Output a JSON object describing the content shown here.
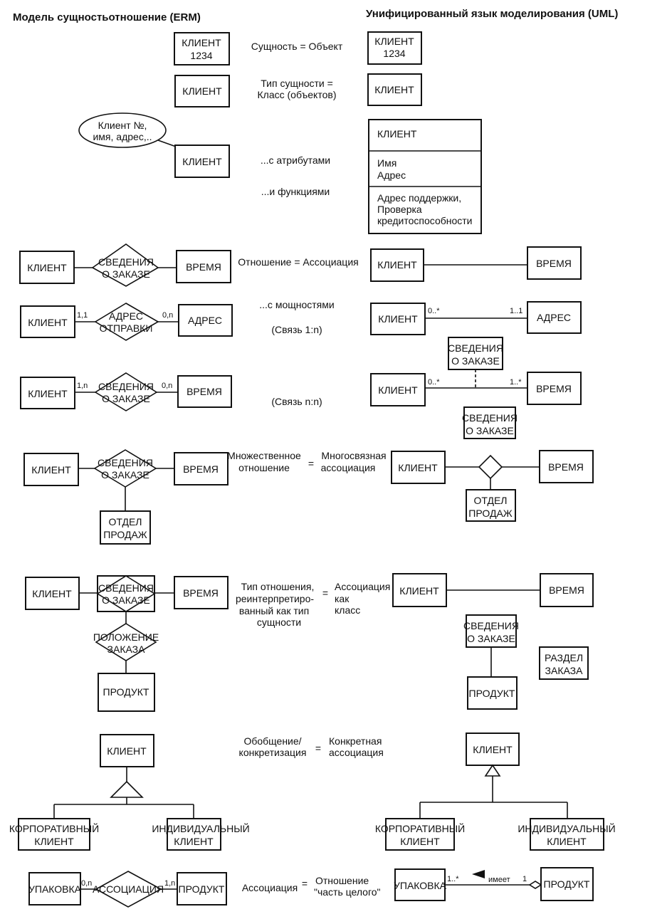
{
  "headers": {
    "erm": "Модель сущностьотношение (ERM)",
    "uml": "Унифицированный язык моделирования (UML)"
  },
  "labels": {
    "client": "КЛИЕНТ",
    "client_num": "1234",
    "time": "ВРЕМЯ",
    "address": "АДРЕС",
    "order_info_1": "СВЕДЕНИЯ",
    "order_info_2": "О ЗАКАЗЕ",
    "ship_address_1": "АДРЕС",
    "ship_address_2": "ОТПРАВКИ",
    "sales_dept_1": "ОТДЕЛ",
    "sales_dept_2": "ПРОДАЖ",
    "order_pos_1": "ПОЛОЖЕНИЕ",
    "order_pos_2": "ЗАКАЗА",
    "product": "ПРОДУКТ",
    "order_section_1": "РАЗДЕЛ",
    "order_section_2": "ЗАКАЗА",
    "corporate_1": "КОРПОРАТИВНЫЙ",
    "corporate_2": "КЛИЕНТ",
    "individual_1": "ИНДИВИДУАЛЬНЫЙ",
    "individual_2": "КЛИЕНТ",
    "package": "УПАКОВКА",
    "association": "АССОЦИАЦИЯ",
    "has": "имеет"
  },
  "ellipse": {
    "line1": "Клиент №,",
    "line2": "имя, адрес,.."
  },
  "uml_class": {
    "name": "КЛИЕНТ",
    "attr1": "Имя",
    "attr2": "Адрес",
    "op1": "Адрес поддержки,",
    "op2": "Проверка",
    "op3": "кредитоспособности"
  },
  "middle": {
    "entity_object": "Сущность = Объект",
    "entity_type_1": "Тип сущности =",
    "entity_type_2": "Класс (объектов)",
    "with_attributes": "...с атрибутами",
    "and_functions": "...и функциями",
    "relation_association": "Отношение = Ассоциация",
    "with_cardinalities": "...с мощностями",
    "link_1n": "(Связь 1:n)",
    "link_nn": "(Связь n:n)",
    "multi_rel_1": "Множественное",
    "multi_rel_2": "отношение",
    "eq": "=",
    "multi_assoc_1": "Многосвязная",
    "multi_assoc_2": "ассоциация",
    "rel_type_1": "Тип отношения,",
    "rel_type_2": "реинтерпретиро-",
    "rel_type_3": "ванный как тип",
    "rel_type_4": "сущности",
    "assoc_class_1": "Ассоциация",
    "assoc_class_2": "как",
    "assoc_class_3": "класс",
    "gen_1": "Обобщение/",
    "gen_2": "конкретизация",
    "concrete_1": "Конкретная",
    "concrete_2": "ассоциация",
    "assoc_label": "Ассоциация",
    "part_whole_1": "Отношение",
    "part_whole_2": "\"часть целого\""
  },
  "cardinality": {
    "c11": "1,1",
    "c0n": "0,n",
    "c1n": "1,n",
    "u0star": "0..*",
    "u11": "1..1",
    "u1star": "1..*",
    "u1": "1"
  }
}
